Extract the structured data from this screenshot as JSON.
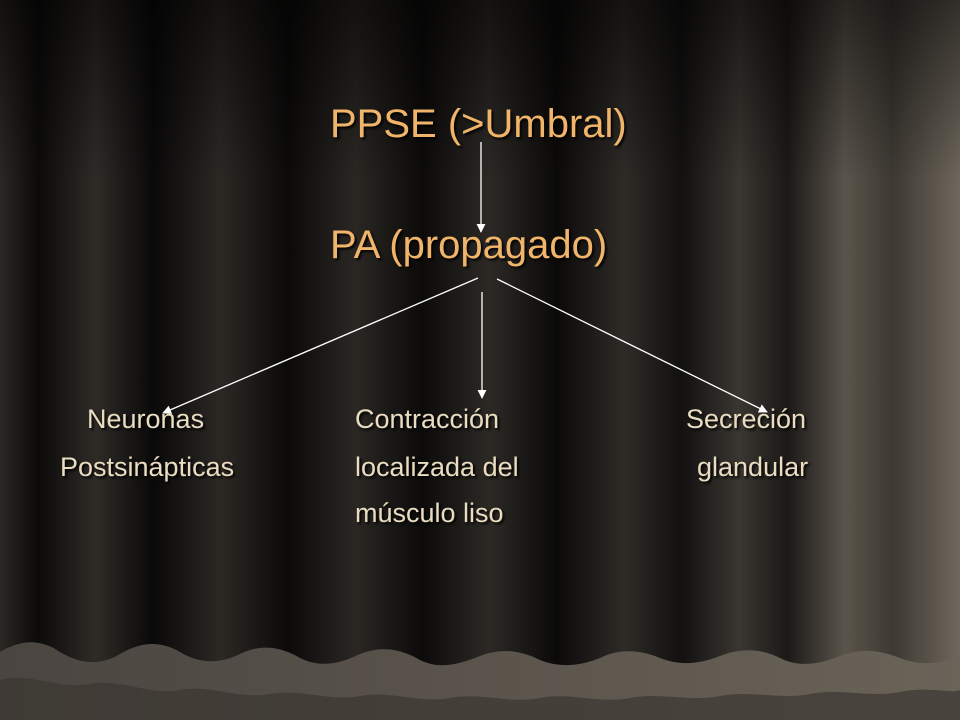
{
  "diagram": {
    "top_node": "PPSE (>Umbral)",
    "middle_node": "PA (propagado)",
    "targets": {
      "left": [
        "Neuronas",
        "Postsinápticas"
      ],
      "center": [
        "Contracción",
        "localizada del",
        "músculo liso"
      ],
      "right": [
        "Secreción",
        "glandular"
      ]
    }
  },
  "colors": {
    "node_text": "#f0b56a",
    "target_text": "#e9dcc0",
    "arrow": "#ffffff"
  }
}
